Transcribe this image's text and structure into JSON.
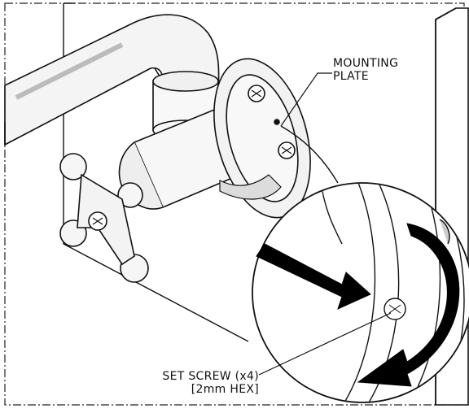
{
  "labels": {
    "mounting_plate": [
      "MOUNTING",
      "PLATE"
    ],
    "set_screw": [
      "SET SCREW (x4)",
      "[2mm HEX]"
    ]
  },
  "colors": {
    "line": "#111111",
    "pipe_fill": "#f4f4f4",
    "shadow": "#dcdcdc",
    "arrow": "#000000",
    "border": "#222222"
  }
}
